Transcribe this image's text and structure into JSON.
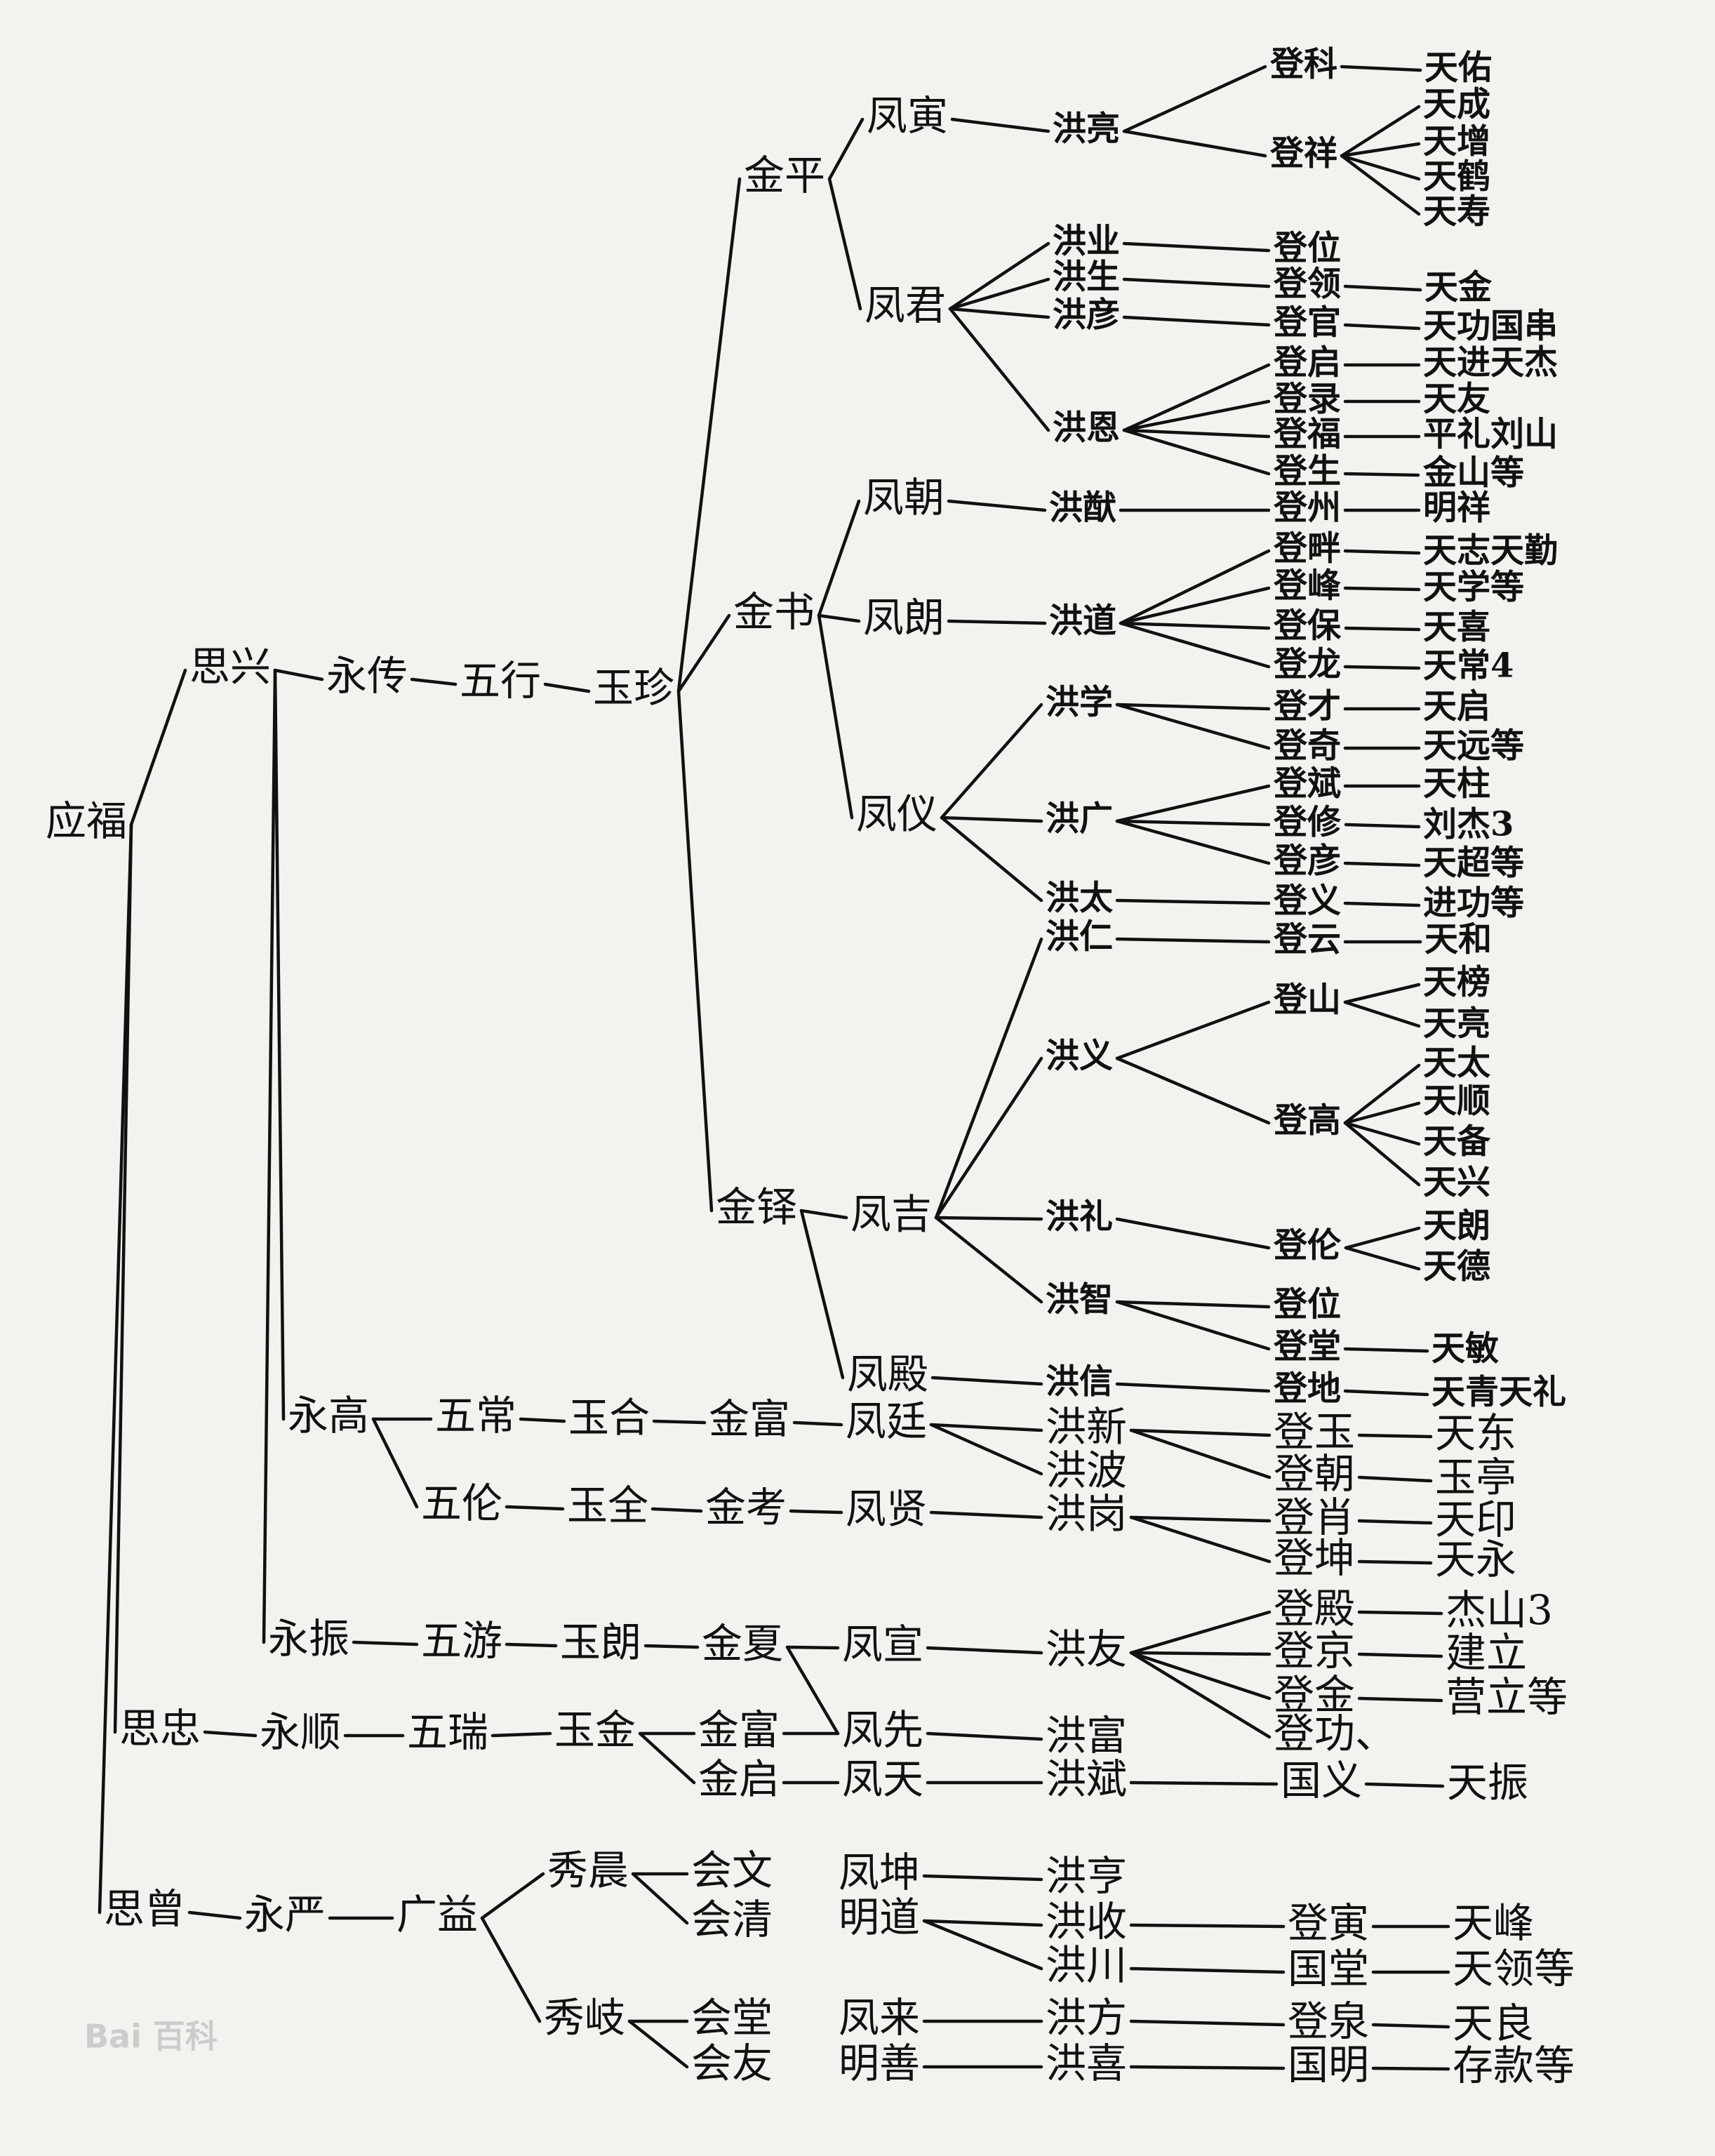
{
  "watermark": "Bai 百科",
  "nodes": [
    {
      "id": "n1",
      "t": "应福"
    },
    {
      "id": "n2",
      "t": "思兴"
    },
    {
      "id": "n3",
      "t": "永传"
    },
    {
      "id": "n4",
      "t": "五行"
    },
    {
      "id": "n5",
      "t": "玉珍"
    },
    {
      "id": "n6",
      "t": "金平"
    },
    {
      "id": "n7",
      "t": "凤寅"
    },
    {
      "id": "n8",
      "t": "洪亮"
    },
    {
      "id": "n9",
      "t": "登科"
    },
    {
      "id": "n10",
      "t": "天佑"
    },
    {
      "id": "n11",
      "t": "登祥"
    },
    {
      "id": "n12",
      "t": "天成"
    },
    {
      "id": "n13",
      "t": "天增"
    },
    {
      "id": "n14",
      "t": "天鹤"
    },
    {
      "id": "n15",
      "t": "天寿"
    },
    {
      "id": "n16",
      "t": "凤君"
    },
    {
      "id": "n17",
      "t": "洪业"
    },
    {
      "id": "n18",
      "t": "登位"
    },
    {
      "id": "n19",
      "t": "洪生"
    },
    {
      "id": "n20",
      "t": "登领"
    },
    {
      "id": "n21",
      "t": "天金"
    },
    {
      "id": "n22",
      "t": "洪彦"
    },
    {
      "id": "n23",
      "t": "登官"
    },
    {
      "id": "n24",
      "t": "天功国串"
    },
    {
      "id": "n25",
      "t": "洪恩"
    },
    {
      "id": "n26",
      "t": "登启"
    },
    {
      "id": "n27",
      "t": "天进天杰"
    },
    {
      "id": "n28",
      "t": "登录"
    },
    {
      "id": "n29",
      "t": "天友"
    },
    {
      "id": "n30",
      "t": "登福"
    },
    {
      "id": "n31",
      "t": "平礼刘山"
    },
    {
      "id": "n32",
      "t": "登生"
    },
    {
      "id": "n33",
      "t": "金山等"
    },
    {
      "id": "n34",
      "t": "金书"
    },
    {
      "id": "n35",
      "t": "凤朝"
    },
    {
      "id": "n36",
      "t": "洪猷"
    },
    {
      "id": "n37",
      "t": "登州"
    },
    {
      "id": "n38",
      "t": "明祥"
    },
    {
      "id": "n39",
      "t": "凤朗"
    },
    {
      "id": "n40",
      "t": "洪道"
    },
    {
      "id": "n41",
      "t": "登畔"
    },
    {
      "id": "n42",
      "t": "天志天勤"
    },
    {
      "id": "n43",
      "t": "登峰"
    },
    {
      "id": "n44",
      "t": "天学等"
    },
    {
      "id": "n45",
      "t": "登保"
    },
    {
      "id": "n46",
      "t": "天喜"
    },
    {
      "id": "n47",
      "t": "登龙"
    },
    {
      "id": "n48",
      "t": "天常4"
    },
    {
      "id": "n49",
      "t": "凤仪"
    },
    {
      "id": "n50",
      "t": "洪学"
    },
    {
      "id": "n51",
      "t": "登才"
    },
    {
      "id": "n52",
      "t": "天启"
    },
    {
      "id": "n53",
      "t": "登奇"
    },
    {
      "id": "n54",
      "t": "天远等"
    },
    {
      "id": "n55",
      "t": "洪广"
    },
    {
      "id": "n56",
      "t": "登斌"
    },
    {
      "id": "n57",
      "t": "天柱"
    },
    {
      "id": "n58",
      "t": "登修"
    },
    {
      "id": "n59",
      "t": "刘杰3"
    },
    {
      "id": "n60",
      "t": "登彦"
    },
    {
      "id": "n61",
      "t": "天超等"
    },
    {
      "id": "n62",
      "t": "洪太"
    },
    {
      "id": "n63",
      "t": "登义"
    },
    {
      "id": "n64",
      "t": "进功等"
    },
    {
      "id": "n65",
      "t": "金铎"
    },
    {
      "id": "n66",
      "t": "凤吉"
    },
    {
      "id": "n67",
      "t": "洪仁"
    },
    {
      "id": "n68",
      "t": "登云"
    },
    {
      "id": "n69",
      "t": "天和"
    },
    {
      "id": "n70",
      "t": "洪义"
    },
    {
      "id": "n71",
      "t": "登山"
    },
    {
      "id": "n72",
      "t": "天榜"
    },
    {
      "id": "n73",
      "t": "天亮"
    },
    {
      "id": "n74",
      "t": "登高"
    },
    {
      "id": "n75",
      "t": "天太"
    },
    {
      "id": "n76",
      "t": "天顺"
    },
    {
      "id": "n77",
      "t": "天备"
    },
    {
      "id": "n78",
      "t": "天兴"
    },
    {
      "id": "n79",
      "t": "洪礼"
    },
    {
      "id": "n80",
      "t": "登伦"
    },
    {
      "id": "n81",
      "t": "天朗"
    },
    {
      "id": "n82",
      "t": "天德"
    },
    {
      "id": "n83",
      "t": "洪智"
    },
    {
      "id": "n84",
      "t": "登位"
    },
    {
      "id": "n85",
      "t": "登堂"
    },
    {
      "id": "n86",
      "t": "天敏"
    },
    {
      "id": "n87",
      "t": "凤殿"
    },
    {
      "id": "n88",
      "t": "洪信"
    },
    {
      "id": "n89",
      "t": "登地"
    },
    {
      "id": "n90",
      "t": "天青天礼"
    },
    {
      "id": "n91",
      "t": "永高"
    },
    {
      "id": "n92",
      "t": "五常"
    },
    {
      "id": "n93",
      "t": "玉合"
    },
    {
      "id": "n94",
      "t": "金富"
    },
    {
      "id": "n95",
      "t": "凤廷"
    },
    {
      "id": "n96",
      "t": "洪新"
    },
    {
      "id": "n97",
      "t": "登玉"
    },
    {
      "id": "n98",
      "t": "天东"
    },
    {
      "id": "n99",
      "t": "登朝"
    },
    {
      "id": "n100",
      "t": "玉亭"
    },
    {
      "id": "n101",
      "t": "洪波"
    },
    {
      "id": "n102",
      "t": "五伦"
    },
    {
      "id": "n103",
      "t": "玉全"
    },
    {
      "id": "n104",
      "t": "金考"
    },
    {
      "id": "n105",
      "t": "凤贤"
    },
    {
      "id": "n106",
      "t": "洪岗"
    },
    {
      "id": "n107",
      "t": "登肖"
    },
    {
      "id": "n108",
      "t": "天印"
    },
    {
      "id": "n109",
      "t": "登坤"
    },
    {
      "id": "n110",
      "t": "天永"
    },
    {
      "id": "n111",
      "t": "永振"
    },
    {
      "id": "n112",
      "t": "五游"
    },
    {
      "id": "n113",
      "t": "玉朗"
    },
    {
      "id": "n114",
      "t": "金夏"
    },
    {
      "id": "n115",
      "t": "凤宣"
    },
    {
      "id": "n116",
      "t": "洪友"
    },
    {
      "id": "n117",
      "t": "登殿"
    },
    {
      "id": "n118",
      "t": "杰山3"
    },
    {
      "id": "n119",
      "t": "登京"
    },
    {
      "id": "n120",
      "t": "建立"
    },
    {
      "id": "n121",
      "t": "登金"
    },
    {
      "id": "n122",
      "t": "营立等"
    },
    {
      "id": "n123",
      "t": "登功、"
    },
    {
      "id": "n124",
      "t": "凤先"
    },
    {
      "id": "n125",
      "t": "洪富"
    },
    {
      "id": "n126",
      "t": "思忠"
    },
    {
      "id": "n127",
      "t": "永顺"
    },
    {
      "id": "n128",
      "t": "五瑞"
    },
    {
      "id": "n129",
      "t": "玉金"
    },
    {
      "id": "n130",
      "t": "金富"
    },
    {
      "id": "n131",
      "t": "金启"
    },
    {
      "id": "n132",
      "t": "凤天"
    },
    {
      "id": "n133",
      "t": "洪斌"
    },
    {
      "id": "n134",
      "t": "国义"
    },
    {
      "id": "n135",
      "t": "天振"
    },
    {
      "id": "n136",
      "t": "思曾"
    },
    {
      "id": "n137",
      "t": "永严"
    },
    {
      "id": "n138",
      "t": "广益"
    },
    {
      "id": "n139",
      "t": "秀晨"
    },
    {
      "id": "n140",
      "t": "会文"
    },
    {
      "id": "n141",
      "t": "凤坤"
    },
    {
      "id": "n142",
      "t": "洪亨"
    },
    {
      "id": "n143",
      "t": "会清"
    },
    {
      "id": "n144",
      "t": "明道"
    },
    {
      "id": "n145",
      "t": "洪收"
    },
    {
      "id": "n146",
      "t": "登寅"
    },
    {
      "id": "n147",
      "t": "天峰"
    },
    {
      "id": "n148",
      "t": "洪川"
    },
    {
      "id": "n149",
      "t": "国堂"
    },
    {
      "id": "n150",
      "t": "天领等"
    },
    {
      "id": "n151",
      "t": "秀岐"
    },
    {
      "id": "n152",
      "t": "会堂"
    },
    {
      "id": "n153",
      "t": "凤来"
    },
    {
      "id": "n154",
      "t": "洪方"
    },
    {
      "id": "n155",
      "t": "登泉"
    },
    {
      "id": "n156",
      "t": "天良"
    },
    {
      "id": "n157",
      "t": "会友"
    },
    {
      "id": "n158",
      "t": "明善"
    },
    {
      "id": "n159",
      "t": "洪喜"
    },
    {
      "id": "n160",
      "t": "国明"
    },
    {
      "id": "n161",
      "t": "存款等"
    }
  ],
  "edges": [
    [
      "n1",
      "n2"
    ],
    [
      "n1",
      "n126"
    ],
    [
      "n1",
      "n136"
    ],
    [
      "n2",
      "n3"
    ],
    [
      "n3",
      "n4"
    ],
    [
      "n4",
      "n5"
    ],
    [
      "n2",
      "n91"
    ],
    [
      "n2",
      "n111"
    ],
    [
      "n5",
      "n6"
    ],
    [
      "n5",
      "n34"
    ],
    [
      "n5",
      "n65"
    ],
    [
      "n6",
      "n7"
    ],
    [
      "n6",
      "n16"
    ],
    [
      "n7",
      "n8"
    ],
    [
      "n8",
      "n9"
    ],
    [
      "n8",
      "n11"
    ],
    [
      "n9",
      "n10"
    ],
    [
      "n11",
      "n12"
    ],
    [
      "n11",
      "n13"
    ],
    [
      "n11",
      "n14"
    ],
    [
      "n11",
      "n15"
    ],
    [
      "n16",
      "n17"
    ],
    [
      "n16",
      "n19"
    ],
    [
      "n16",
      "n22"
    ],
    [
      "n16",
      "n25"
    ],
    [
      "n17",
      "n18"
    ],
    [
      "n19",
      "n20"
    ],
    [
      "n20",
      "n21"
    ],
    [
      "n22",
      "n23"
    ],
    [
      "n23",
      "n24"
    ],
    [
      "n25",
      "n26"
    ],
    [
      "n25",
      "n28"
    ],
    [
      "n25",
      "n30"
    ],
    [
      "n25",
      "n32"
    ],
    [
      "n26",
      "n27"
    ],
    [
      "n28",
      "n29"
    ],
    [
      "n30",
      "n31"
    ],
    [
      "n32",
      "n33"
    ],
    [
      "n34",
      "n35"
    ],
    [
      "n34",
      "n39"
    ],
    [
      "n34",
      "n49"
    ],
    [
      "n35",
      "n36"
    ],
    [
      "n36",
      "n37"
    ],
    [
      "n37",
      "n38"
    ],
    [
      "n39",
      "n40"
    ],
    [
      "n40",
      "n41"
    ],
    [
      "n40",
      "n43"
    ],
    [
      "n40",
      "n45"
    ],
    [
      "n40",
      "n47"
    ],
    [
      "n41",
      "n42"
    ],
    [
      "n43",
      "n44"
    ],
    [
      "n45",
      "n46"
    ],
    [
      "n47",
      "n48"
    ],
    [
      "n49",
      "n50"
    ],
    [
      "n49",
      "n55"
    ],
    [
      "n49",
      "n62"
    ],
    [
      "n50",
      "n51"
    ],
    [
      "n50",
      "n53"
    ],
    [
      "n51",
      "n52"
    ],
    [
      "n53",
      "n54"
    ],
    [
      "n55",
      "n56"
    ],
    [
      "n55",
      "n58"
    ],
    [
      "n55",
      "n60"
    ],
    [
      "n56",
      "n57"
    ],
    [
      "n58",
      "n59"
    ],
    [
      "n60",
      "n61"
    ],
    [
      "n62",
      "n63"
    ],
    [
      "n63",
      "n64"
    ],
    [
      "n65",
      "n66"
    ],
    [
      "n65",
      "n87"
    ],
    [
      "n66",
      "n67"
    ],
    [
      "n66",
      "n70"
    ],
    [
      "n66",
      "n79"
    ],
    [
      "n66",
      "n83"
    ],
    [
      "n67",
      "n68"
    ],
    [
      "n68",
      "n69"
    ],
    [
      "n70",
      "n71"
    ],
    [
      "n70",
      "n74"
    ],
    [
      "n71",
      "n72"
    ],
    [
      "n71",
      "n73"
    ],
    [
      "n74",
      "n75"
    ],
    [
      "n74",
      "n76"
    ],
    [
      "n74",
      "n77"
    ],
    [
      "n74",
      "n78"
    ],
    [
      "n79",
      "n80"
    ],
    [
      "n80",
      "n81"
    ],
    [
      "n80",
      "n82"
    ],
    [
      "n83",
      "n84"
    ],
    [
      "n83",
      "n85"
    ],
    [
      "n85",
      "n86"
    ],
    [
      "n87",
      "n88"
    ],
    [
      "n88",
      "n89"
    ],
    [
      "n89",
      "n90"
    ],
    [
      "n91",
      "n92"
    ],
    [
      "n91",
      "n102"
    ],
    [
      "n92",
      "n93"
    ],
    [
      "n93",
      "n94"
    ],
    [
      "n94",
      "n95"
    ],
    [
      "n95",
      "n96"
    ],
    [
      "n95",
      "n101"
    ],
    [
      "n96",
      "n97"
    ],
    [
      "n96",
      "n99"
    ],
    [
      "n97",
      "n98"
    ],
    [
      "n99",
      "n100"
    ],
    [
      "n102",
      "n103"
    ],
    [
      "n103",
      "n104"
    ],
    [
      "n104",
      "n105"
    ],
    [
      "n105",
      "n106"
    ],
    [
      "n106",
      "n107"
    ],
    [
      "n106",
      "n109"
    ],
    [
      "n107",
      "n108"
    ],
    [
      "n109",
      "n110"
    ],
    [
      "n111",
      "n112"
    ],
    [
      "n112",
      "n113"
    ],
    [
      "n113",
      "n114"
    ],
    [
      "n114",
      "n115"
    ],
    [
      "n114",
      "n124"
    ],
    [
      "n115",
      "n116"
    ],
    [
      "n116",
      "n117"
    ],
    [
      "n116",
      "n119"
    ],
    [
      "n116",
      "n121"
    ],
    [
      "n116",
      "n123"
    ],
    [
      "n117",
      "n118"
    ],
    [
      "n119",
      "n120"
    ],
    [
      "n121",
      "n122"
    ],
    [
      "n124",
      "n125"
    ],
    [
      "n126",
      "n127"
    ],
    [
      "n127",
      "n128"
    ],
    [
      "n128",
      "n129"
    ],
    [
      "n129",
      "n130"
    ],
    [
      "n129",
      "n131"
    ],
    [
      "n130",
      "n124"
    ],
    [
      "n131",
      "n132"
    ],
    [
      "n132",
      "n133"
    ],
    [
      "n133",
      "n134"
    ],
    [
      "n134",
      "n135"
    ],
    [
      "n136",
      "n137"
    ],
    [
      "n137",
      "n138"
    ],
    [
      "n138",
      "n139"
    ],
    [
      "n138",
      "n151"
    ],
    [
      "n139",
      "n140"
    ],
    [
      "n139",
      "n143"
    ],
    [
      "n141",
      "n142"
    ],
    [
      "n144",
      "n145"
    ],
    [
      "n144",
      "n148"
    ],
    [
      "n145",
      "n146"
    ],
    [
      "n146",
      "n147"
    ],
    [
      "n148",
      "n149"
    ],
    [
      "n149",
      "n150"
    ],
    [
      "n151",
      "n152"
    ],
    [
      "n151",
      "n157"
    ],
    [
      "n153",
      "n154"
    ],
    [
      "n154",
      "n155"
    ],
    [
      "n155",
      "n156"
    ],
    [
      "n158",
      "n159"
    ],
    [
      "n159",
      "n160"
    ],
    [
      "n160",
      "n161"
    ]
  ]
}
